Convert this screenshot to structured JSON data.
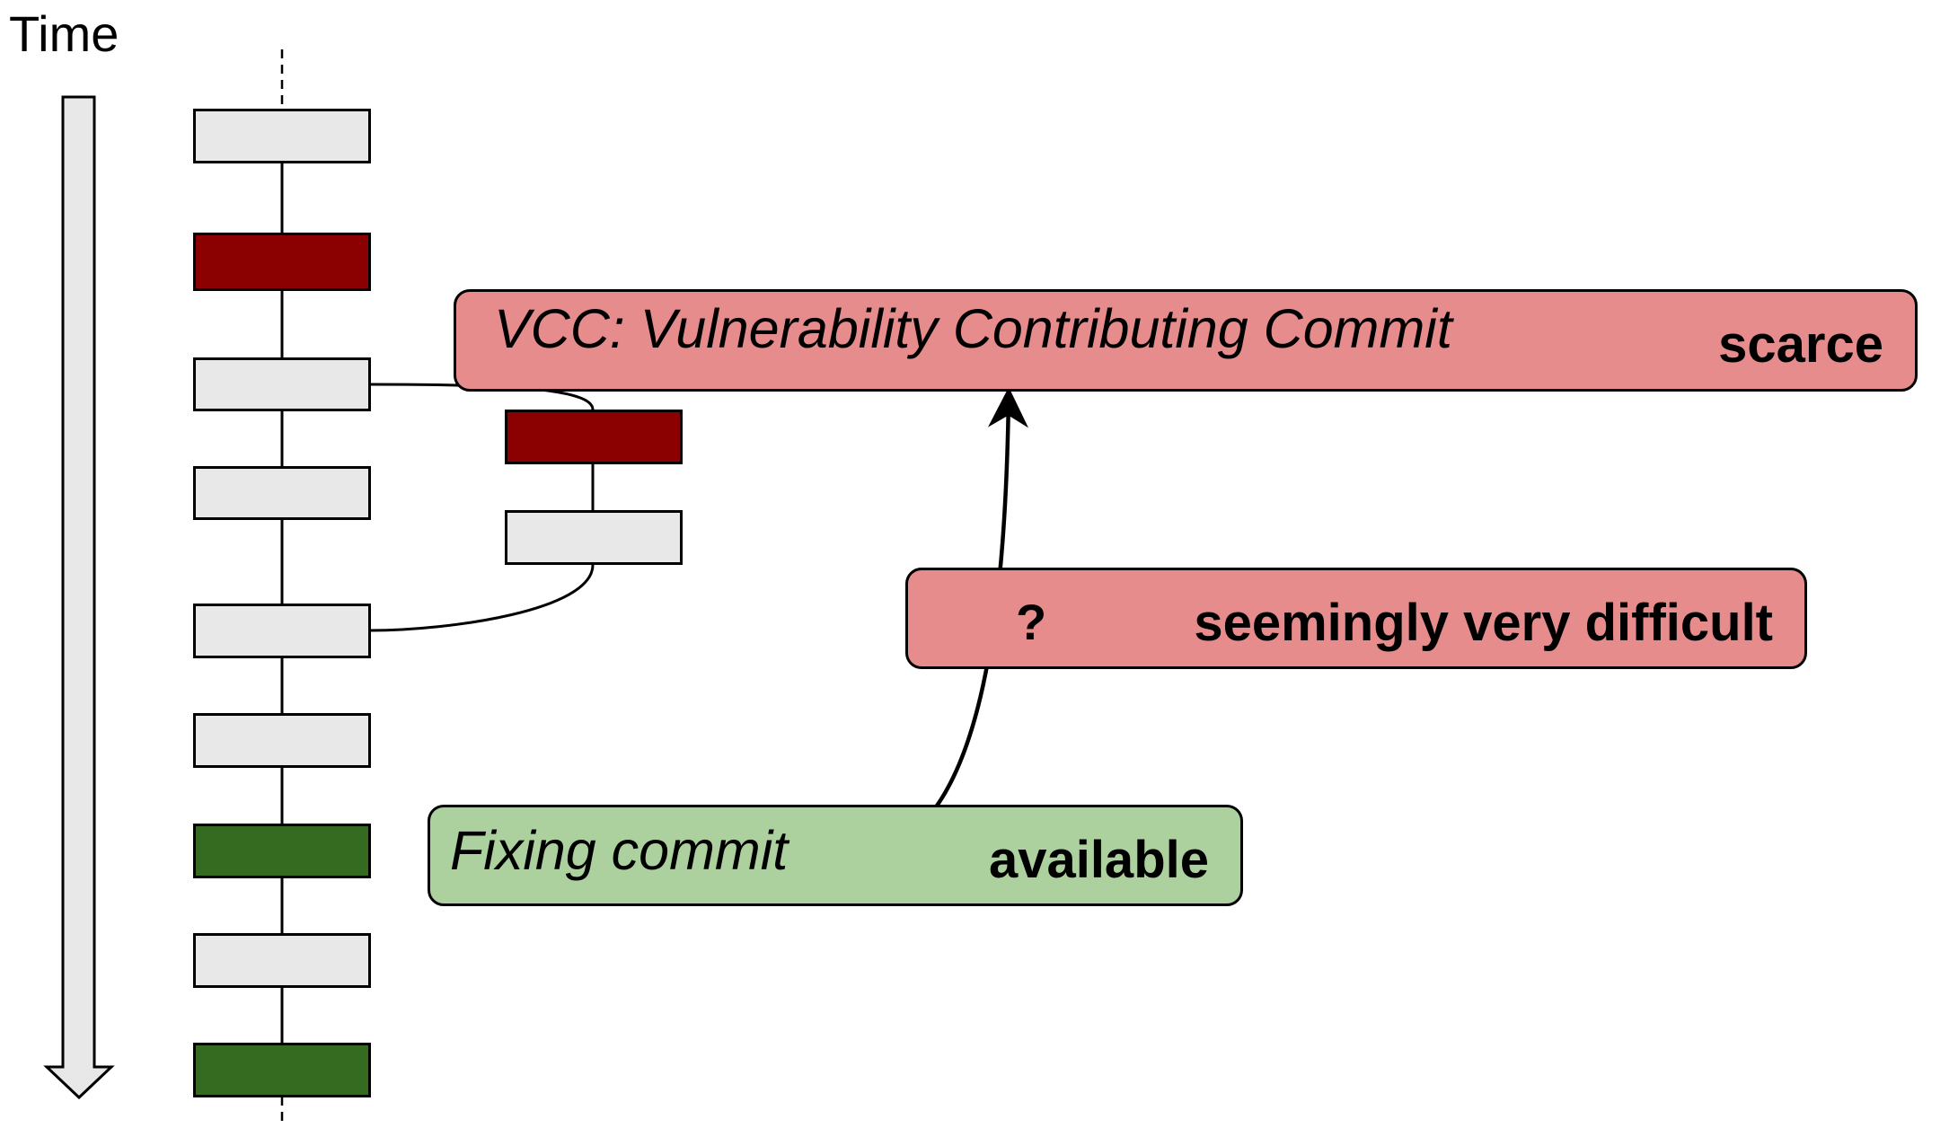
{
  "time_label": "Time",
  "colors": {
    "commit_default": "#e8e8e8",
    "commit_vulnerable": "#8b0000",
    "commit_fix": "#356b20",
    "callout_red": "#e68c8c",
    "callout_green": "#acd19f",
    "time_arrow_fill": "#e8e8e8"
  },
  "commits": {
    "main_branch": [
      "default",
      "vulnerable",
      "default",
      "default",
      "default",
      "default",
      "fix",
      "default",
      "fix"
    ],
    "side_branch": [
      "vulnerable",
      "default"
    ]
  },
  "callouts": {
    "vcc": {
      "title": "VCC: Vulnerability Contributing Commit",
      "status": "scarce"
    },
    "unknown": {
      "mark": "?",
      "status": "seemingly very difficult"
    },
    "fix": {
      "title": "Fixing commit",
      "status": "available"
    }
  }
}
